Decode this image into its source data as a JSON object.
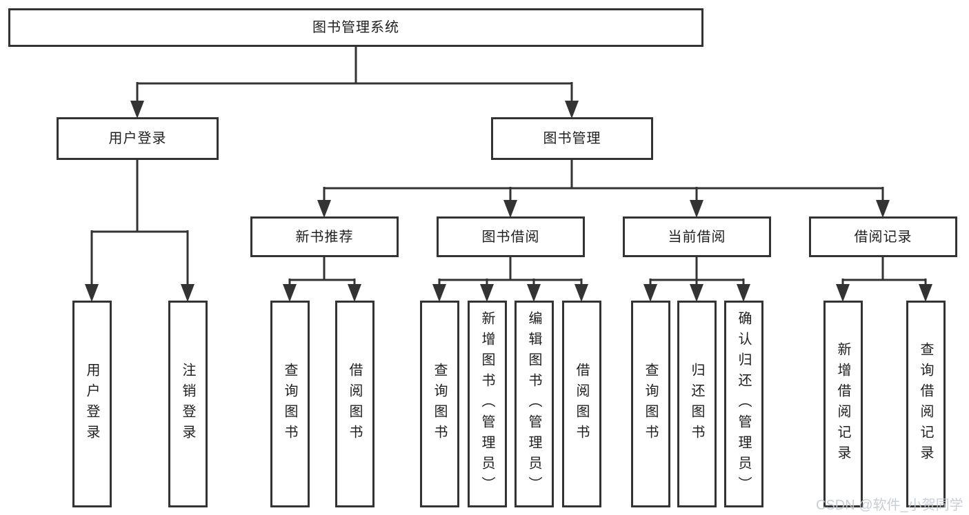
{
  "diagram": {
    "root": {
      "label": "图书管理系统"
    },
    "user_login": {
      "label": "用户登录",
      "children": [
        {
          "label": "用户登录"
        },
        {
          "label": "注销登录"
        }
      ]
    },
    "book_management": {
      "label": "图书管理",
      "children": [
        {
          "label": "新书推荐",
          "children": [
            {
              "label": "查询图书"
            },
            {
              "label": "借阅图书"
            }
          ]
        },
        {
          "label": "图书借阅",
          "children": [
            {
              "label": "查询图书"
            },
            {
              "label": "新增图书（管理员）"
            },
            {
              "label": "编辑图书（管理员）"
            },
            {
              "label": "借阅图书"
            }
          ]
        },
        {
          "label": "当前借阅",
          "children": [
            {
              "label": "查询图书"
            },
            {
              "label": "归还图书"
            },
            {
              "label": "确认归还（管理员）"
            }
          ]
        },
        {
          "label": "借阅记录",
          "children": [
            {
              "label": "新增借阅记录"
            },
            {
              "label": "查询借阅记录"
            }
          ]
        }
      ]
    },
    "colors": {
      "line": "#333333",
      "node_border": "#333333",
      "node_background": "#ffffff",
      "text": "#1f1f1f"
    }
  },
  "watermark": {
    "text": "CSDN @软件_小贺同学",
    "color": "#c3c9d3"
  }
}
